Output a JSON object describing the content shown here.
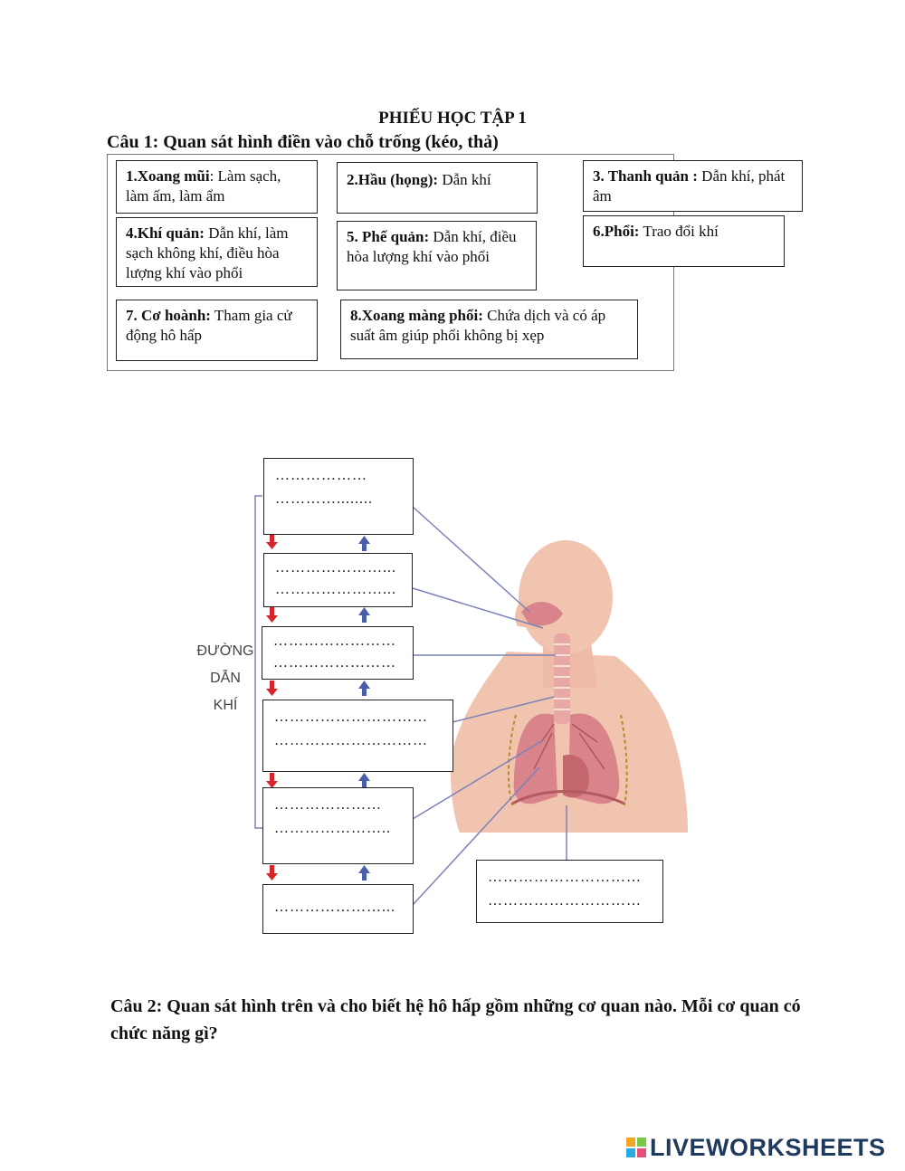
{
  "worksheet": {
    "title": "PHIẾU HỌC TẬP 1",
    "question1": "Câu 1: Quan sát hình điền vào chỗ trống (kéo, thả)",
    "cards": [
      {
        "term": "1.Xoang mũi",
        "desc": ": Làm sạch, làm ấm, làm ẩm"
      },
      {
        "term": "2.Hầu (họng):",
        "desc": " Dẫn khí"
      },
      {
        "term": "3. Thanh quản :",
        "desc": " Dẫn khí, phát âm"
      },
      {
        "term": "4.Khí quản:",
        "desc": " Dẫn khí, làm sạch không khí, điều hòa lượng khí vào phổi"
      },
      {
        "term": "5. Phế quản:",
        "desc": " Dẫn khí, điều hòa lượng khí vào phổi"
      },
      {
        "term": "6.Phổi:",
        "desc": " Trao đổi khí"
      },
      {
        "term": "7. Cơ hoành:",
        "desc": " Tham gia cử động hô hấp"
      },
      {
        "term": "8.Xoang màng phổi:",
        "desc": " Chứa dịch và có áp suất âm giúp phổi không bị xẹp"
      }
    ],
    "blanks": [
      [
        "………………",
        "…………........"
      ],
      [
        "…………………...",
        "…………………..."
      ],
      [
        "……………………",
        "……………………"
      ],
      [
        "…………………………",
        "…………………………"
      ],
      [
        "…………………",
        "………………….."
      ],
      [
        "…………………..."
      ],
      [
        "…………………………",
        "…………………………"
      ]
    ],
    "side_label": [
      "ĐƯỜNG",
      "DẪN",
      "KHÍ"
    ],
    "question2": "Câu 2: Quan sát hình trên và cho biết hệ hô hấp gồm những cơ quan nào. Mỗi cơ quan có chức năng gì?",
    "logo_text": "LIVEWORKSHEETS",
    "colors": {
      "arrow_down": "#d6252b",
      "arrow_up": "#4a5fa8",
      "leader": "#7b82b8",
      "skin": "#f1c4b0",
      "lung": "#d9848a"
    }
  }
}
